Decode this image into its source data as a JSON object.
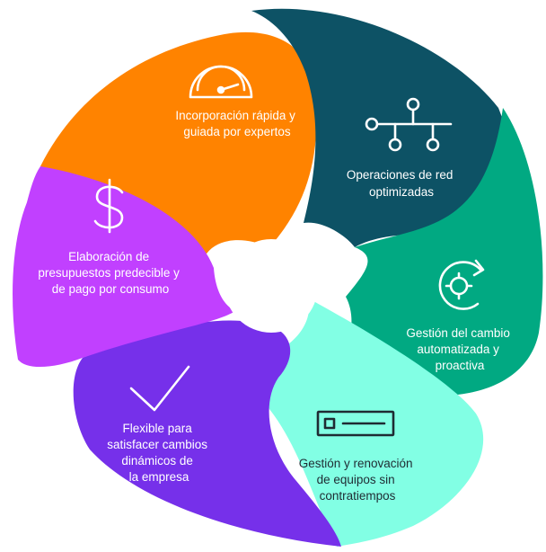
{
  "diagram": {
    "segments": [
      {
        "id": "onboarding",
        "lines": [
          "Incorporación rápida y",
          "guiada por expertos"
        ],
        "color": "#FF8300",
        "text_color": "#ffffff",
        "icon": "gauge-icon"
      },
      {
        "id": "network-ops",
        "lines": [
          "Operaciones de red",
          "optimizadas"
        ],
        "color": "#0D5265",
        "text_color": "#ffffff",
        "icon": "network-topology-icon"
      },
      {
        "id": "change-mgmt",
        "lines": [
          "Gestión del cambio",
          "automatizada y",
          "proactiva"
        ],
        "color": "#01A982",
        "text_color": "#ffffff",
        "icon": "gear-cycle-icon"
      },
      {
        "id": "equipment",
        "lines": [
          "Gestión y renovación",
          "de equipos sin",
          "contratiempos"
        ],
        "color": "#82FFE4",
        "text_color": "#1f2b33",
        "icon": "server-icon"
      },
      {
        "id": "flexible",
        "lines": [
          "Flexible para",
          "satisfacer cambios",
          "dinámicos de",
          "la empresa"
        ],
        "color": "#7630EA",
        "text_color": "#ffffff",
        "icon": "checkmark-icon"
      },
      {
        "id": "budgeting",
        "lines": [
          "Elaboración de",
          "presupuestos predecible y",
          "de pago por consumo"
        ],
        "color": "#C140FF",
        "text_color": "#ffffff",
        "icon": "dollar-icon"
      }
    ]
  }
}
